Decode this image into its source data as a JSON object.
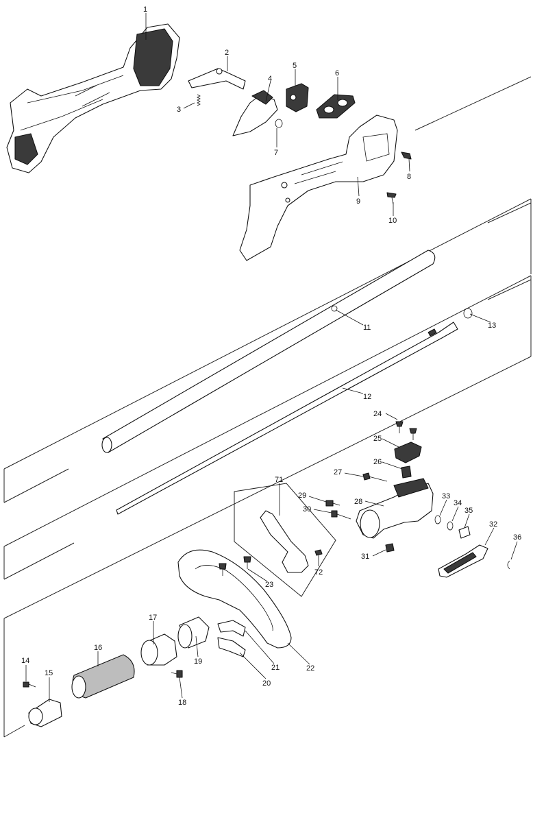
{
  "diagram": {
    "type": "exploded-parts-diagram",
    "callouts": [
      "1",
      "2",
      "3",
      "4",
      "5",
      "6",
      "7",
      "8",
      "9",
      "10",
      "11",
      "12",
      "13",
      "14",
      "15",
      "16",
      "17",
      "18",
      "19",
      "20",
      "21",
      "22",
      "23",
      "24",
      "25",
      "26",
      "27",
      "28",
      "29",
      "30",
      "31",
      "32",
      "33",
      "34",
      "35",
      "36",
      "71",
      "72"
    ],
    "detail_box_callout": "71",
    "colors": {
      "ink": "#111111",
      "paper": "#ffffff",
      "shade": "#3a3a3a"
    }
  }
}
